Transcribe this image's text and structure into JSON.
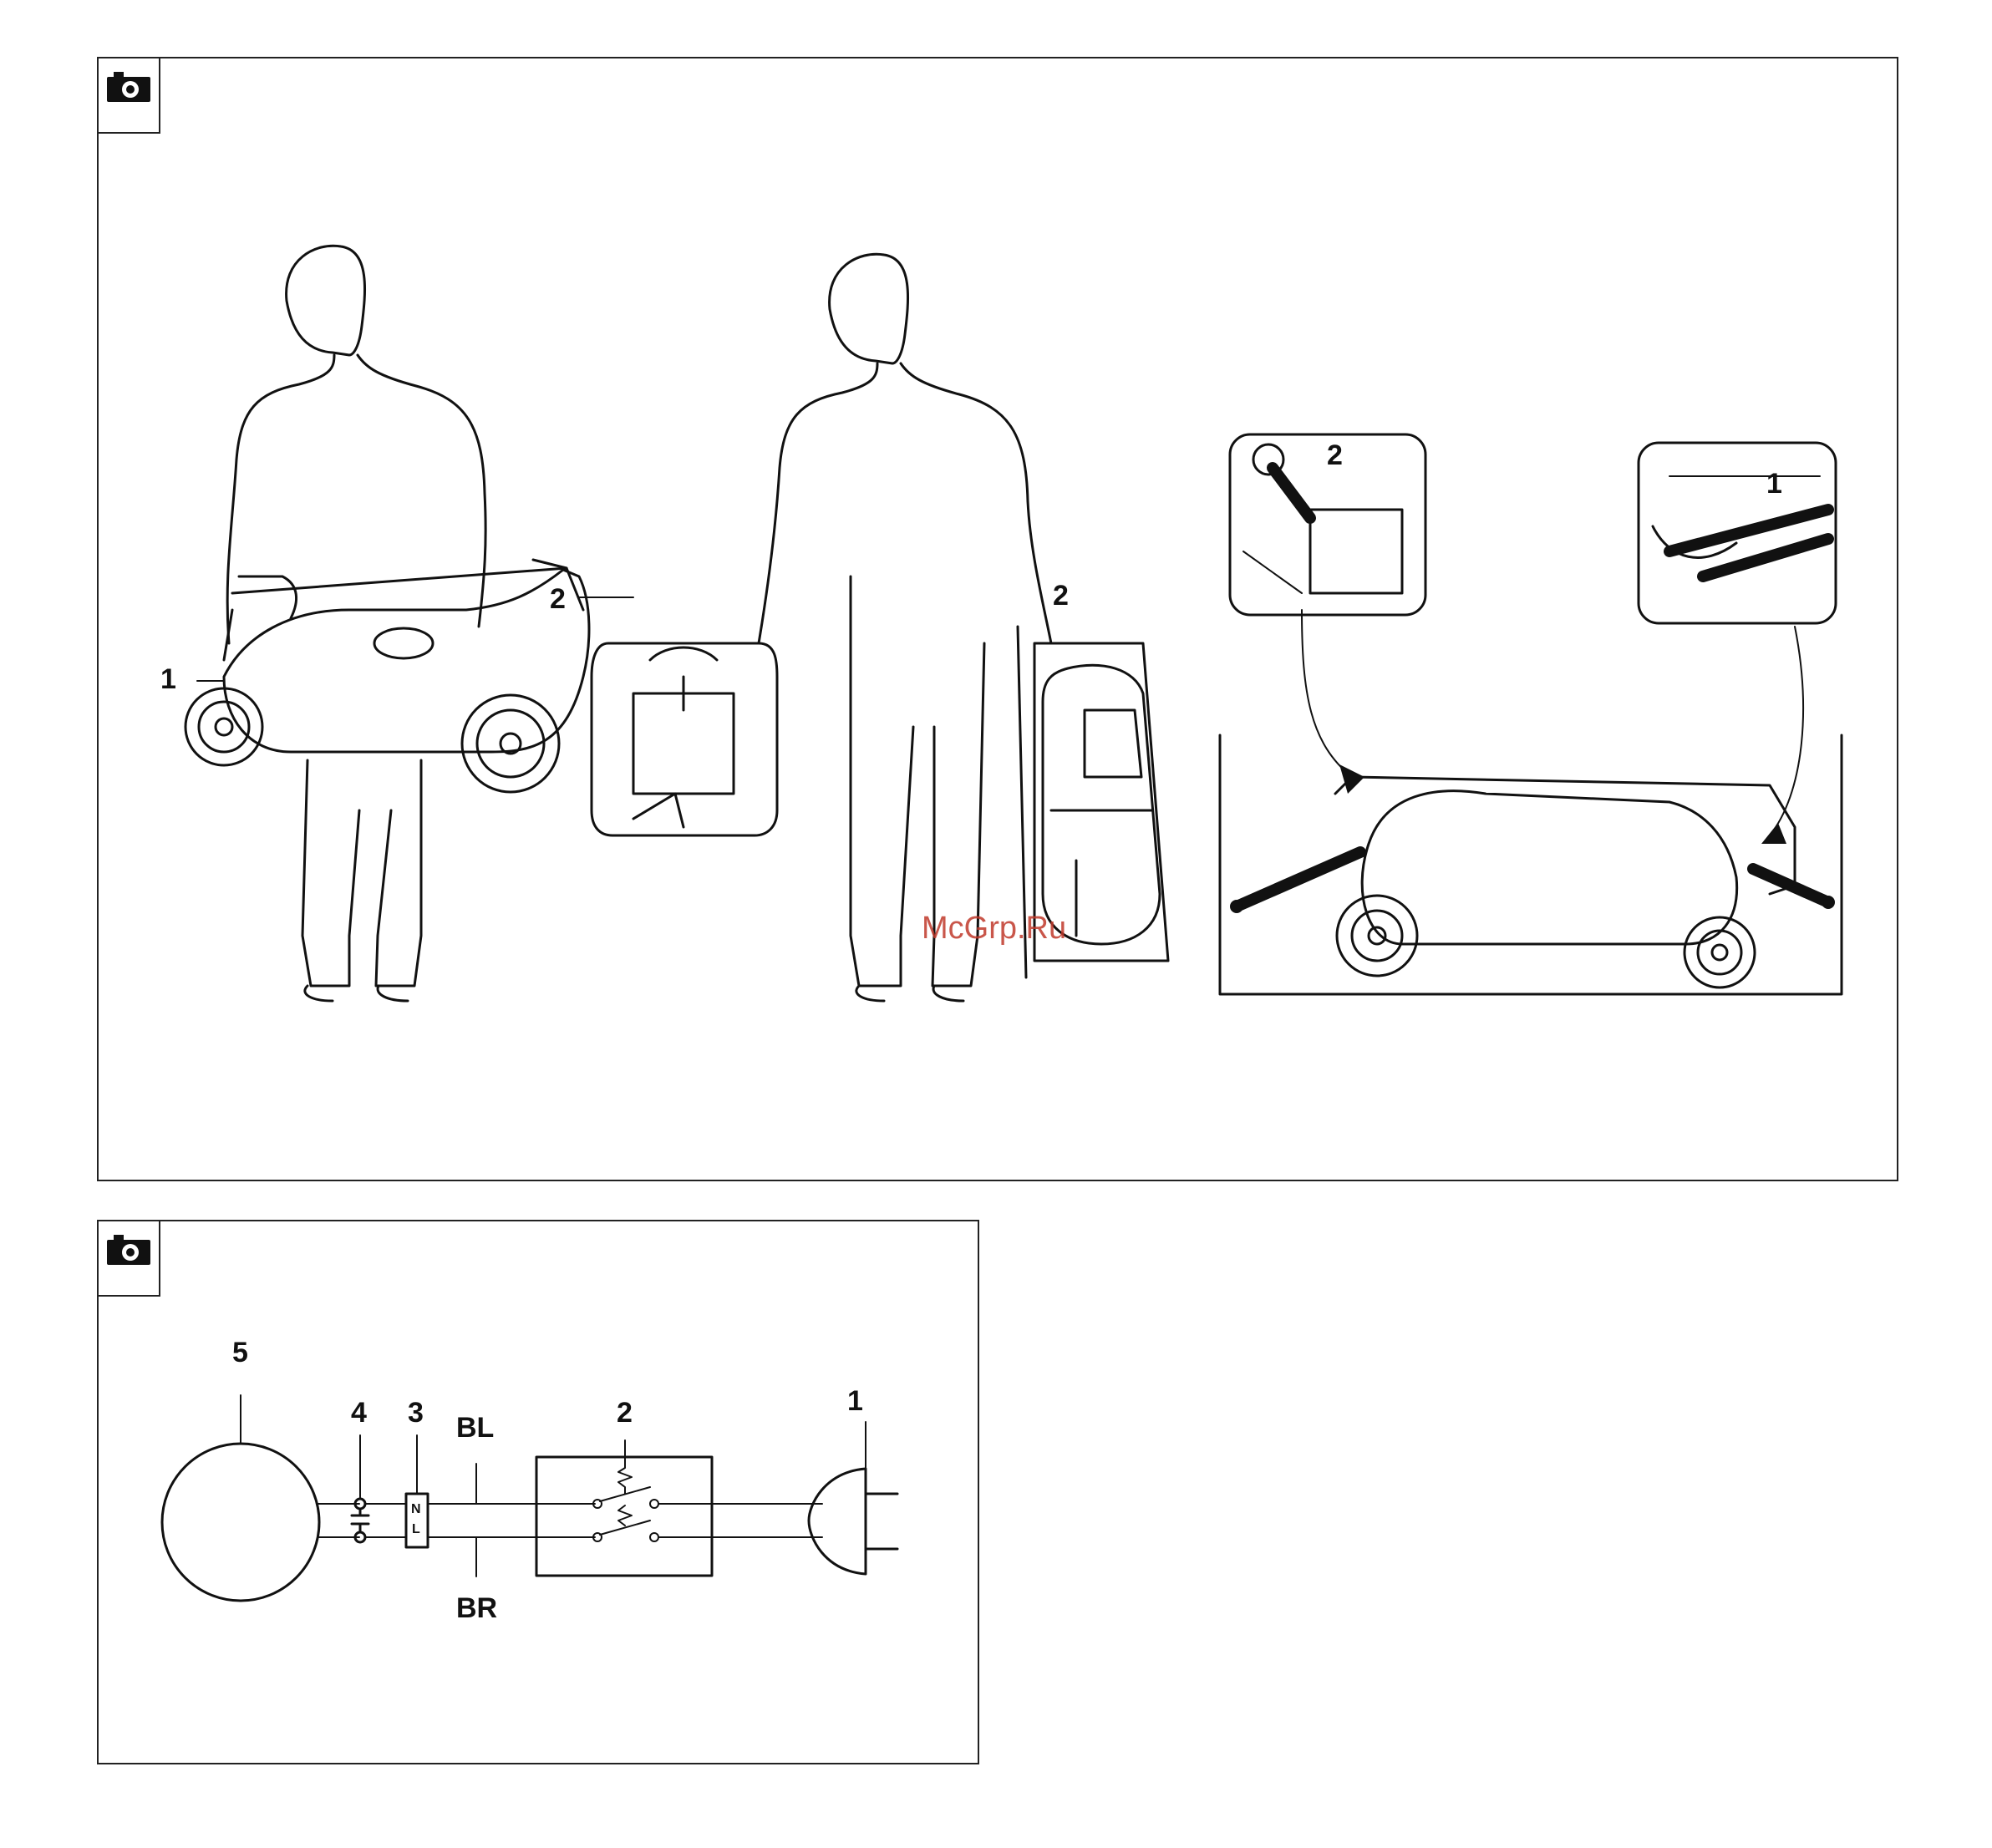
{
  "figure_top": {
    "person_left_labels": {
      "handle": "1",
      "clip": "2"
    },
    "person_middle_labels": {
      "clip": "2"
    },
    "transport_labels": {
      "inset_left": "2",
      "inset_right": "1"
    },
    "watermark": "McGrp.Ru"
  },
  "figure_bottom": {
    "labels": {
      "motor": "5",
      "capacitor": "4",
      "thermal": "3",
      "switch": "2",
      "plug": "1",
      "wire_top": "BL",
      "wire_bottom": "BR",
      "thermal_n": "N",
      "thermal_l": "L"
    }
  },
  "icons": [
    "camera-icon",
    "camera-icon"
  ]
}
